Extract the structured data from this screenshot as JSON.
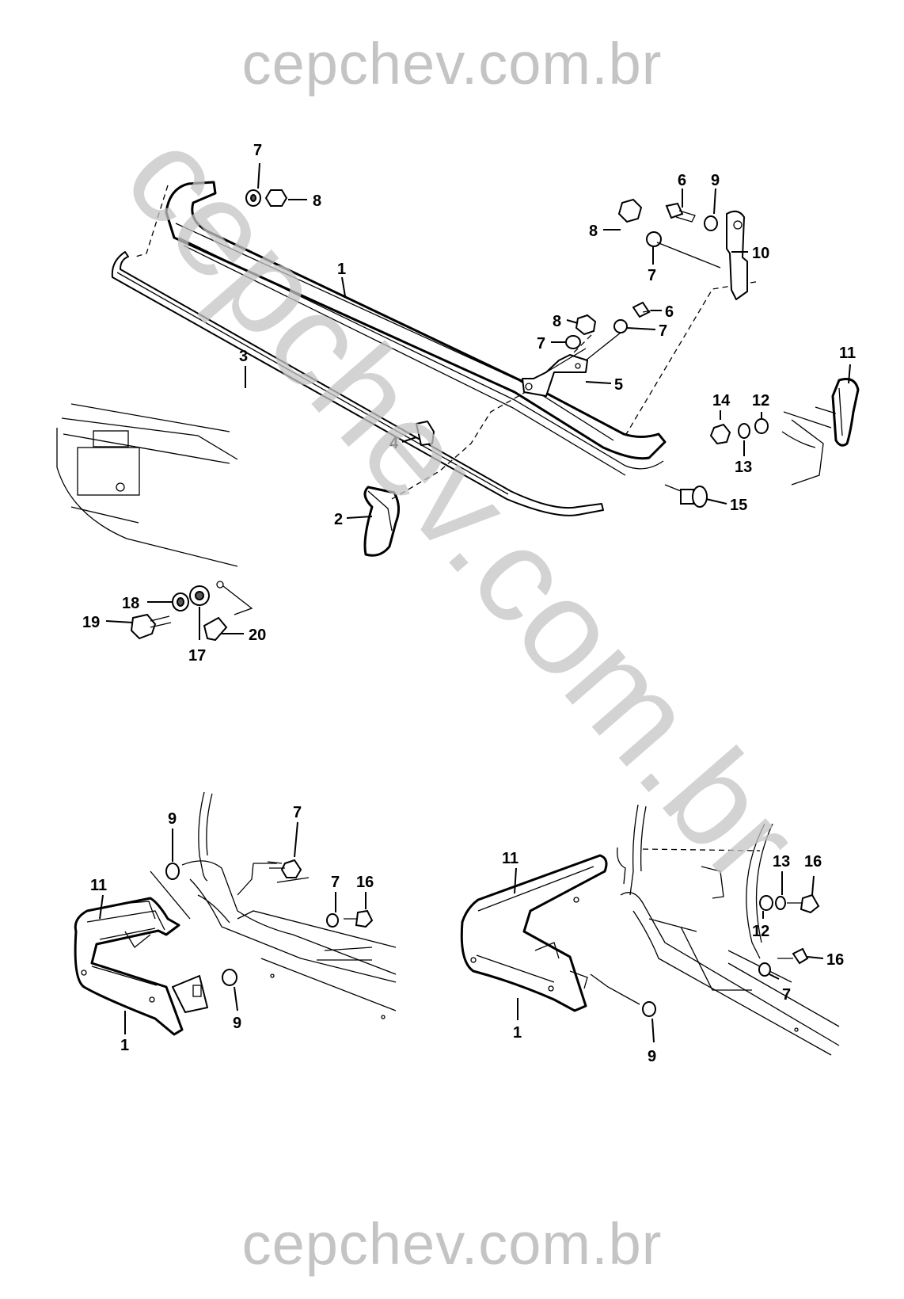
{
  "watermark": {
    "top": "cepchev.com.br",
    "bottom": "cepchev.com.br",
    "diagonal": "cepchev.com.br",
    "color": "#c4c4c4"
  },
  "callouts_top": {
    "c1": "1",
    "c2": "2",
    "c3": "3",
    "c4": "4",
    "c5": "5",
    "c6a": "6",
    "c6b": "6",
    "c7a": "7",
    "c7b": "7",
    "c7c": "7",
    "c7d": "7",
    "c8a": "8",
    "c8b": "8",
    "c8c": "8",
    "c9": "9",
    "c10": "10",
    "c11": "11",
    "c12": "12",
    "c13": "13",
    "c14": "14",
    "c15": "15",
    "c17": "17",
    "c18": "18",
    "c19": "19",
    "c20": "20"
  },
  "callouts_left": {
    "c9a": "9",
    "c7": "7",
    "c11": "11",
    "c7b": "7",
    "c16": "16",
    "c1": "1",
    "c9b": "9"
  },
  "callouts_right": {
    "c11": "11",
    "c13": "13",
    "c16a": "16",
    "c12": "12",
    "c16b": "16",
    "c7": "7",
    "c1": "1",
    "c9": "9"
  },
  "icons": [
    "hex-nut",
    "washer",
    "bolt",
    "bracket",
    "bumper-guard",
    "end-cap"
  ]
}
